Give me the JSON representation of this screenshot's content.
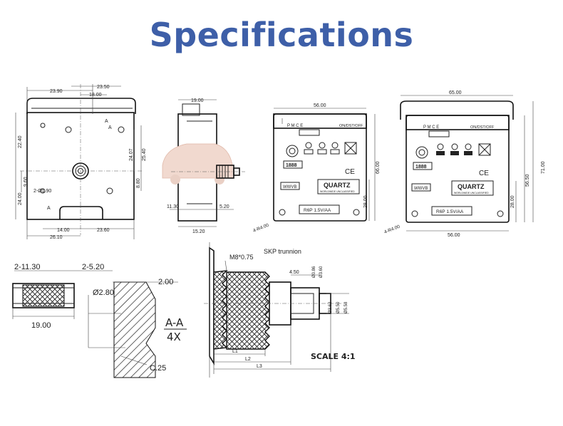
{
  "title": "Specifications",
  "front_view": {
    "dim_top_a": "23.90",
    "dim_top_b": "23.50",
    "dim_top_c": "18.00",
    "dim_left_a": "22.40",
    "dim_left_b": "9.60",
    "dim_left_c": "24.00",
    "dim_right_a": "24.07",
    "dim_right_b": "25.40",
    "dim_right_c": "8.80",
    "dim_hole": "2-Ø1.90",
    "dim_bottom_a": "14.00",
    "dim_bottom_b": "23.60",
    "dim_bottom_c": "26.10",
    "section_mark": "A"
  },
  "side_view": {
    "dim_top": "19.00",
    "dim_left": "11.30",
    "dim_right": "5.20",
    "dim_bottom": "15.20"
  },
  "back_view_1": {
    "dim_top": "56.00",
    "dim_right_a": "66.00",
    "dim_right_b": "28.00",
    "label_pmce": "P M C E",
    "label_onoff": "ON/DST/OFF",
    "label_1888": "1888",
    "label_wwvb": "WWVB",
    "label_quartz": "QUARTZ",
    "label_quartz_sub": "WORLDWIDE UNCLASSIFIED",
    "label_battery": "R6P 1.5V/AA",
    "label_ce": "CE",
    "dim_slot": "4-R4.00"
  },
  "back_view_2": {
    "dim_top": "65.00",
    "dim_bottom": "56.00",
    "dim_right_a": "71.00",
    "dim_right_b": "56.50",
    "dim_right_c": "28.00",
    "label_pmce": "P M C E",
    "label_onoff": "ON/DST/OFF",
    "label_1888": "1888",
    "label_wwvb": "WWVB",
    "label_quartz": "QUARTZ",
    "label_quartz_sub": "WORLDWIDE UNCLASSIFIED",
    "label_battery": "R6P 1.5V/AA",
    "label_ce": "CE",
    "dim_slot": "4-R4.00"
  },
  "detail_small": {
    "dim_a": "2-11.30",
    "dim_b": "2-5.20",
    "dim_c": "19.00"
  },
  "section_detail": {
    "dim_top": "2.00",
    "dim_dia": "Ø2.80",
    "label_section": "A-A",
    "label_scale": "4X",
    "dim_chamfer": "C.25"
  },
  "trunnion_detail": {
    "label_trunnion": "SKP trunnion",
    "label_thread": "M8*0.75",
    "dim_a": "4.50",
    "dim_b": "Ø0.86",
    "dim_c": "Ø3.60",
    "dim_d": "Ø3.62",
    "dim_e": "Ø5.50",
    "dim_f": "Ø5.58",
    "dim_l1": "L1",
    "dim_l2": "L2",
    "dim_l3": "L3",
    "label_scale": "SCALE 4:1"
  }
}
